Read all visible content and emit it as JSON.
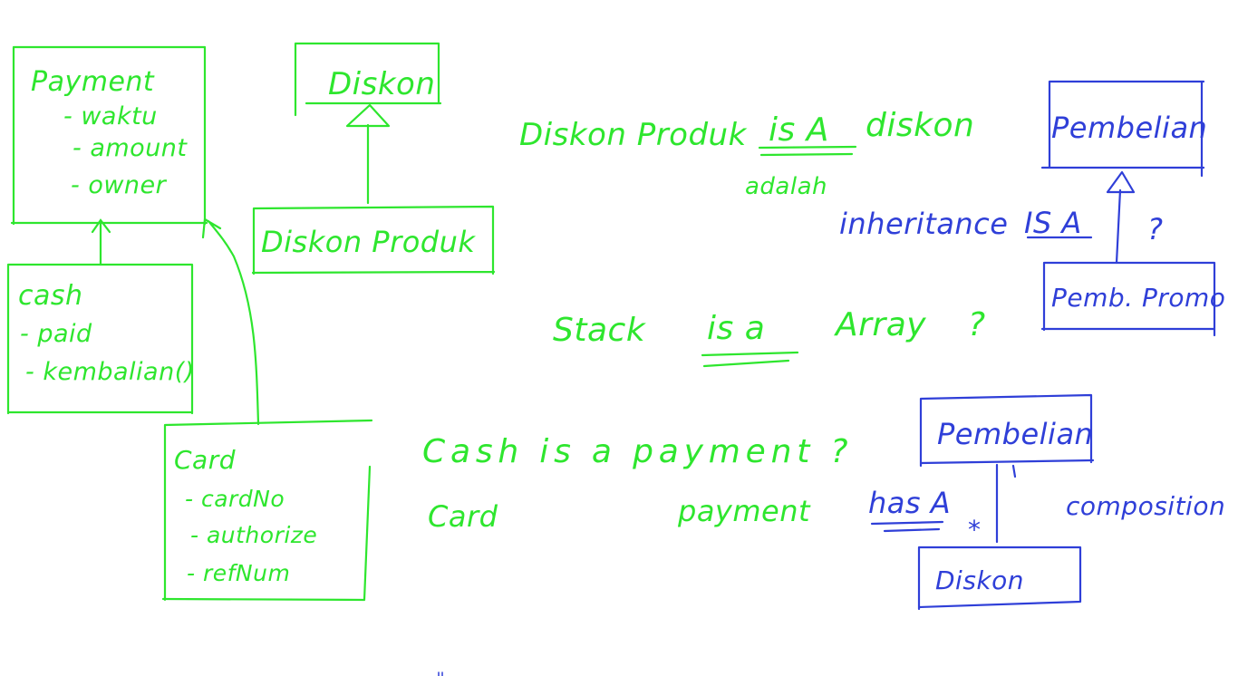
{
  "colors": {
    "green": "#2ee62e",
    "blue": "#2f3fd8",
    "background": "#ffffff"
  },
  "left_diagram": {
    "payment": {
      "name": "Payment",
      "attributes": [
        "- waktu",
        "- amount",
        "- owner"
      ]
    },
    "cash": {
      "name": "cash",
      "attributes": [
        "- paid",
        "- kembalian()"
      ]
    },
    "card": {
      "name": "Card",
      "attributes": [
        "- cardNo",
        "- authorize",
        "- refNum"
      ]
    }
  },
  "diskon_diagram": {
    "parent": "Diskon",
    "child": "Diskon Produk"
  },
  "notes": {
    "diskon_is_a": {
      "subject": "Diskon Produk",
      "relation": "is A",
      "object": "diskon",
      "translation": "adalah"
    },
    "stack_question": {
      "subject": "Stack",
      "relation": "is a",
      "object": "Array",
      "mark": "?"
    },
    "cash_question": {
      "line1": "Cash is a payment ?",
      "line2_left": "Card",
      "line2_right": "payment"
    },
    "inheritance_label": {
      "word": "inheritance",
      "relation": "IS A",
      "mark": "?"
    },
    "has_a_label": "has A",
    "multiplicity": "*",
    "composition_label": "composition"
  },
  "right_diagram": {
    "inheritance": {
      "parent": "Pembelian",
      "child": "Pemb. Promo"
    },
    "composition": {
      "whole": "Pembelian",
      "part": "Diskon"
    }
  }
}
